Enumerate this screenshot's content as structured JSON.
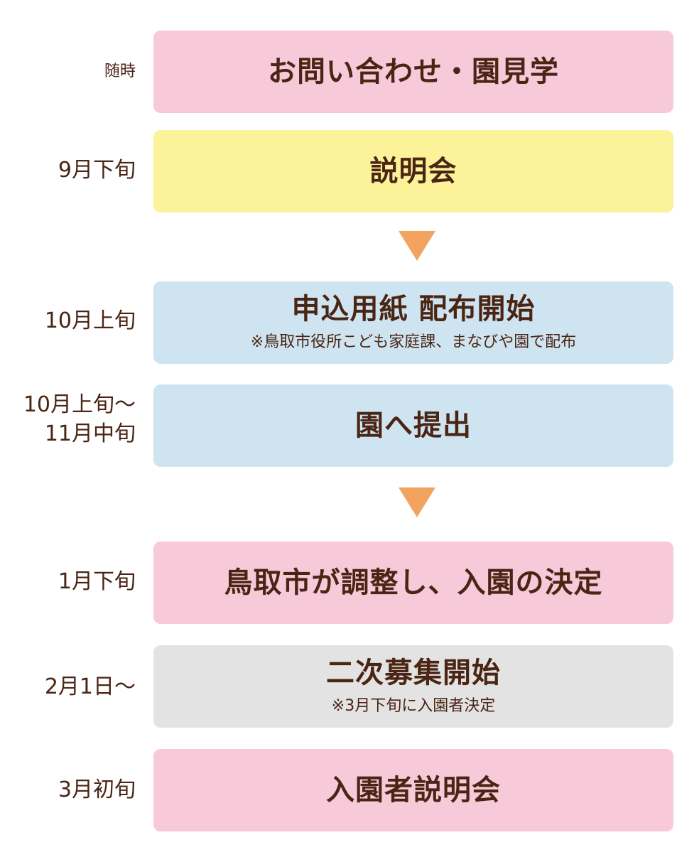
{
  "colors": {
    "pink": "#f7c9d9",
    "yellow": "#fbf29a",
    "blue": "#cfe4f1",
    "gray": "#e3e3e3",
    "arrow": "#f2a45e",
    "text": "#4a2514"
  },
  "steps": [
    {
      "time": "随時",
      "title": "お問い合わせ・園見学",
      "note": "",
      "color": "pink"
    },
    {
      "time": "9月下旬",
      "title": "説明会",
      "note": "",
      "color": "yellow"
    },
    {
      "time": "10月上旬",
      "title": "申込用紙 配布開始",
      "note": "※鳥取市役所こども家庭課、まなびや園で配布",
      "color": "blue"
    },
    {
      "time": "10月上旬〜",
      "time2": "11月中旬",
      "title": "園へ提出",
      "note": "",
      "color": "blue"
    },
    {
      "time": "1月下旬",
      "title": "鳥取市が調整し、入園の決定",
      "note": "",
      "color": "pink"
    },
    {
      "time": "2月1日〜",
      "title": "二次募集開始",
      "note": "※3月下旬に入園者決定",
      "color": "gray"
    },
    {
      "time": "3月初旬",
      "title": "入園者説明会",
      "note": "",
      "color": "pink"
    }
  ]
}
